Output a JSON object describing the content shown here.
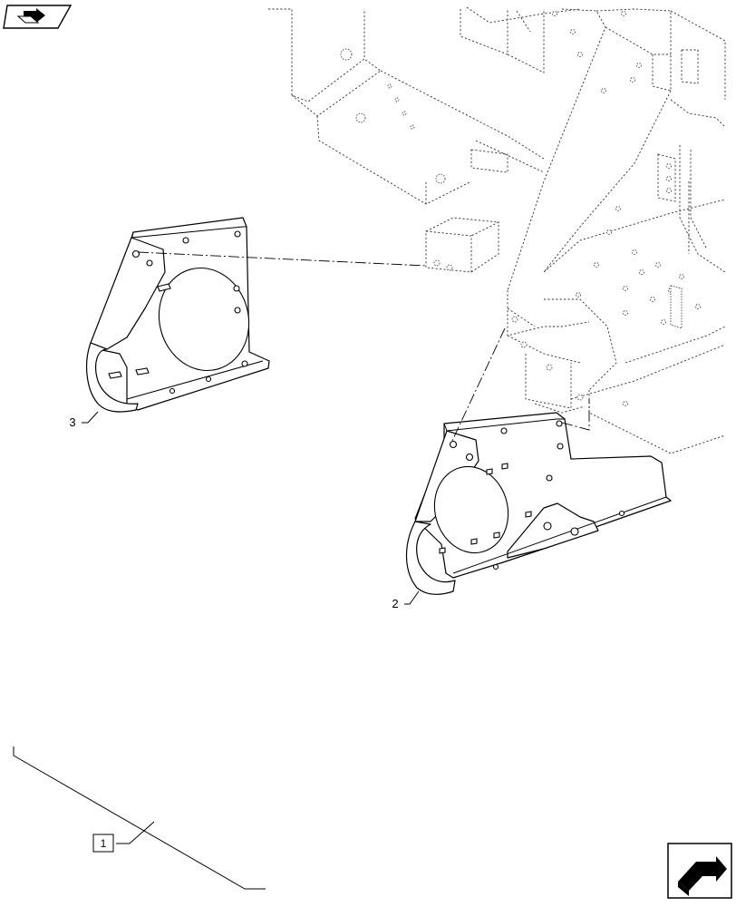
{
  "nav_icons": {
    "top_left": "previous-page-icon",
    "bottom_right": "next-page-icon"
  },
  "callouts": [
    {
      "id": "callout-1",
      "label": "1",
      "boxed": true
    },
    {
      "id": "callout-2",
      "label": "2",
      "boxed": false
    },
    {
      "id": "callout-3",
      "label": "3",
      "boxed": false
    }
  ]
}
